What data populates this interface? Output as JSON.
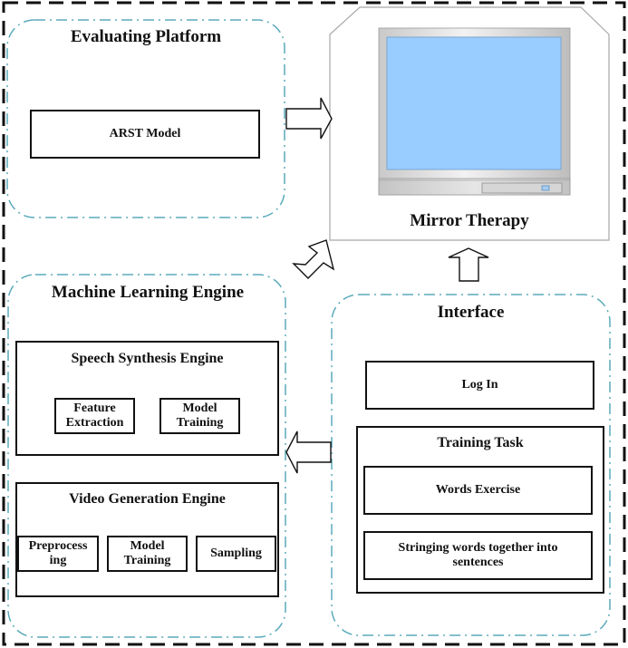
{
  "diagram": {
    "outer_frame": {
      "style": "dashed",
      "color": "#000000"
    },
    "panels": {
      "evaluating_platform": {
        "title": "Evaluating Platform",
        "items": [
          "ARST Model"
        ],
        "border_color": "#4aa3b8"
      },
      "mirror_therapy": {
        "title": "Mirror Therapy",
        "monitor_screen_color": "#99ccff",
        "monitor_bezel_color": "#d4d4d4"
      },
      "machine_learning_engine": {
        "title": "Machine Learning Engine",
        "border_color": "#4aa3b8",
        "speech_synthesis": {
          "title": "Speech Synthesis Engine",
          "steps": [
            "Feature Extraction",
            "Model Training"
          ]
        },
        "video_generation": {
          "title": "Video Generation Engine",
          "steps": [
            "Preprocess ing",
            "Model Training",
            "Sampling"
          ]
        }
      },
      "interface": {
        "title": "Interface",
        "border_color": "#4aa3b8",
        "login": "Log In",
        "training_task": {
          "title": "Training Task",
          "items": [
            "Words Exercise",
            "Stringing words together into sentences"
          ]
        }
      }
    },
    "arrows": [
      {
        "from": "Evaluating Platform",
        "to": "Mirror Therapy",
        "direction": "right"
      },
      {
        "from": "Machine Learning Engine",
        "to": "Mirror Therapy",
        "direction": "up-right"
      },
      {
        "from": "Interface",
        "to": "Mirror Therapy",
        "direction": "up"
      },
      {
        "from": "Interface",
        "to": "Machine Learning Engine",
        "direction": "left"
      }
    ]
  }
}
